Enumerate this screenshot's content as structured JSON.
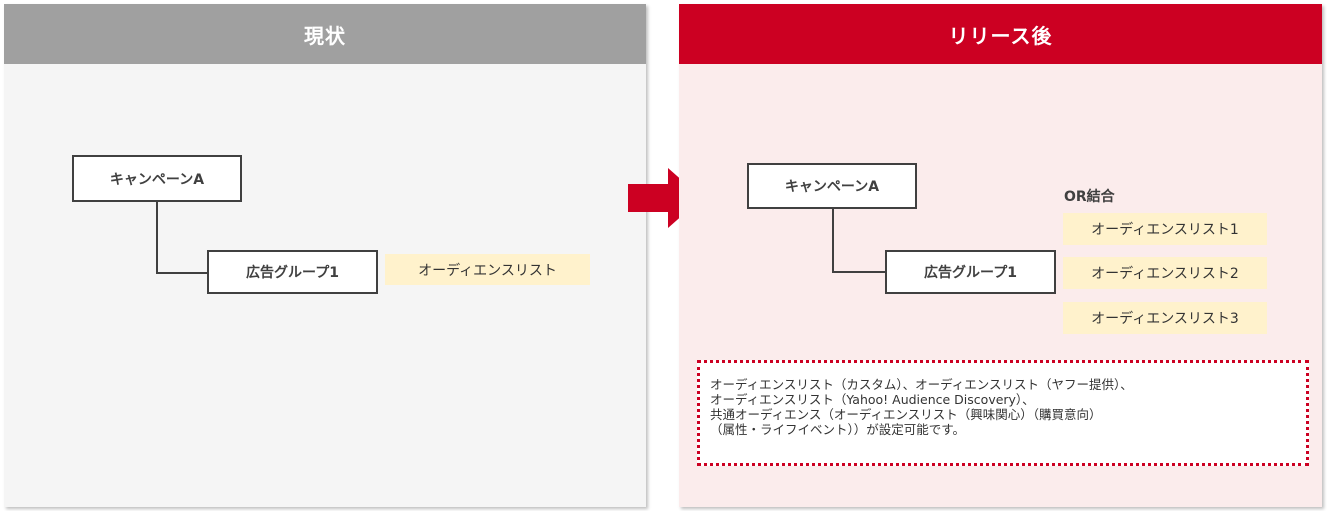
{
  "left_panel": {
    "title": "現状",
    "campaign": "キャンペーンA",
    "ad_group": "広告グループ1",
    "audience": "オーディエンスリスト"
  },
  "right_panel": {
    "title": "リリース後",
    "campaign": "キャンペーンA",
    "ad_group": "広告グループ1",
    "or_label": "OR結合",
    "audiences": [
      "オーディエンスリスト1",
      "オーディエンスリスト2",
      "オーディエンスリスト3"
    ],
    "note_lines": [
      "オーディエンスリスト（カスタム）、オーディエンスリスト（ヤフー提供）、",
      "オーディエンスリスト（Yahoo! Audience Discovery）、",
      "共通オーディエンス（オーディエンスリスト（興味関心）（購買意向）",
      "（属性・ライフイベント））が設定可能です。"
    ]
  },
  "colors": {
    "left_header": "#a0a0a0",
    "right_header": "#cc0022",
    "left_bg": "#f5f5f5",
    "right_bg": "#fbecec",
    "tag_bg": "#fff2cc",
    "arrow": "#cc0022"
  }
}
